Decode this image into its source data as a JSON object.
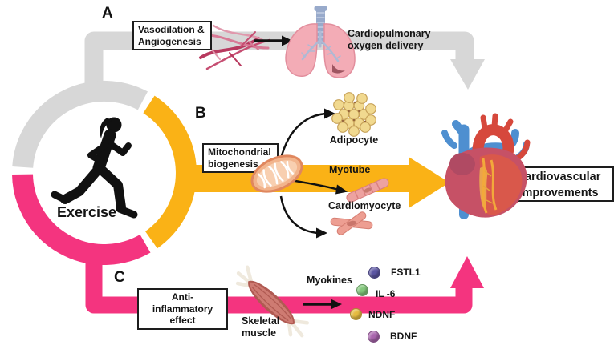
{
  "sections": {
    "a": "A",
    "b": "B",
    "c": "C"
  },
  "hub": {
    "label": "Exercise"
  },
  "pathway_a": {
    "mechanism": "Vasodilation &\nAngiogenesis",
    "outcome": "Cardiopulmonary\noxygen delivery"
  },
  "pathway_b": {
    "mechanism": "Mitochondrial\nbiogenesis",
    "targets": {
      "adipocyte": "Adipocyte",
      "myotube": "Myotube",
      "cardiomyocyte": "Cardiomyocyte"
    }
  },
  "pathway_c": {
    "mechanism": "Anti-inflammatory\neffect",
    "source": "Skeletal\nmuscle",
    "myokines_title": "Myokines",
    "myokines": [
      {
        "name": "FSTL1",
        "color": "#5B55A3"
      },
      {
        "name": "IL -6",
        "color": "#82C77B"
      },
      {
        "name": "NDNF",
        "color": "#E5BB41"
      },
      {
        "name": "BDNF",
        "color": "#A965AD"
      }
    ]
  },
  "result": {
    "label": "Cardiovascular\nimprovements"
  },
  "colors": {
    "pathway_a_gray": "#D7D7D7",
    "pathway_b_yellow": "#FAB216",
    "pathway_c_pink": "#F4347F"
  }
}
